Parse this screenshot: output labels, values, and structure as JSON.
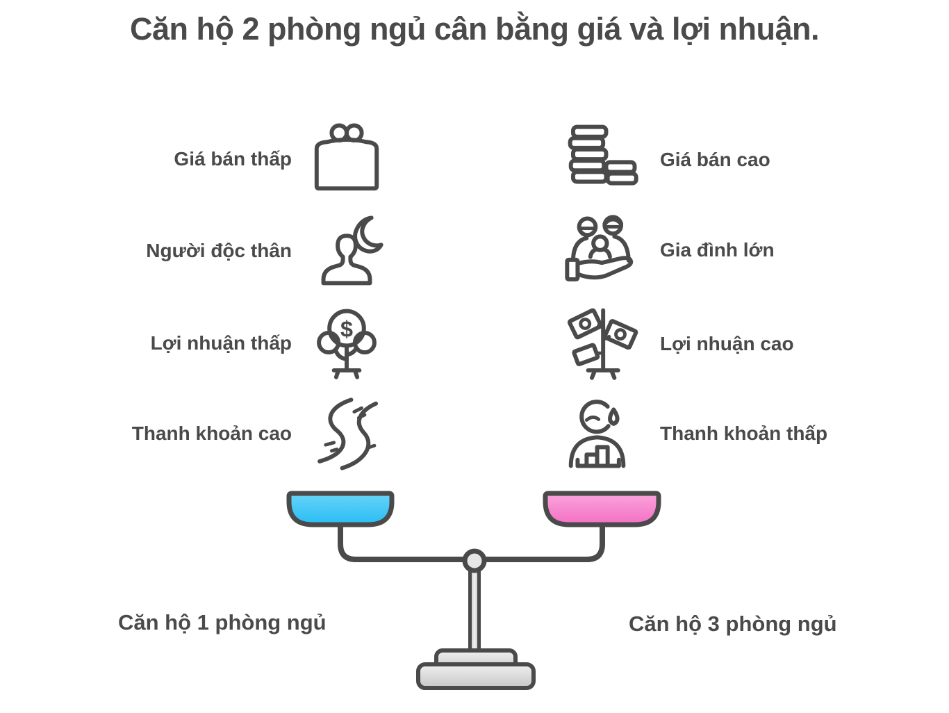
{
  "title": "Căn hộ 2 phòng ngủ cân bằng giá và lợi nhuận.",
  "left_column": {
    "items": [
      {
        "label": "Giá bán thấp",
        "icon": "coin-purse-icon"
      },
      {
        "label": "Người độc thân",
        "icon": "person-moon-icon"
      },
      {
        "label": "Lợi nhuận thấp",
        "icon": "money-tree-icon"
      },
      {
        "label": "Thanh khoản cao",
        "icon": "winding-river-icon"
      }
    ]
  },
  "right_column": {
    "items": [
      {
        "label": "Giá bán cao",
        "icon": "coin-stack-icon"
      },
      {
        "label": "Gia đình lớn",
        "icon": "family-in-hand-icon"
      },
      {
        "label": "Lợi nhuận cao",
        "icon": "money-bills-tree-icon"
      },
      {
        "label": "Thanh khoản thấp",
        "icon": "worried-person-icon"
      }
    ]
  },
  "scale": {
    "left_pan_label": "Căn hộ 1 phòng ngủ",
    "right_pan_label": "Căn hộ 3 phòng ngủ",
    "left_pan_colors": {
      "top": "#66D4F8",
      "bottom": "#29BCF4"
    },
    "right_pan_colors": {
      "top": "#FBA4DC",
      "bottom": "#F36FC4"
    }
  },
  "colors": {
    "text": "#4A4A4A",
    "icon_stroke": "#4A4A4A",
    "frame": "#4A4A4A",
    "metal_light": "#F0F0F0",
    "metal_dark": "#C6C6C6",
    "background": "#FFFFFF"
  },
  "icons": {
    "dollar_sign": "$"
  }
}
